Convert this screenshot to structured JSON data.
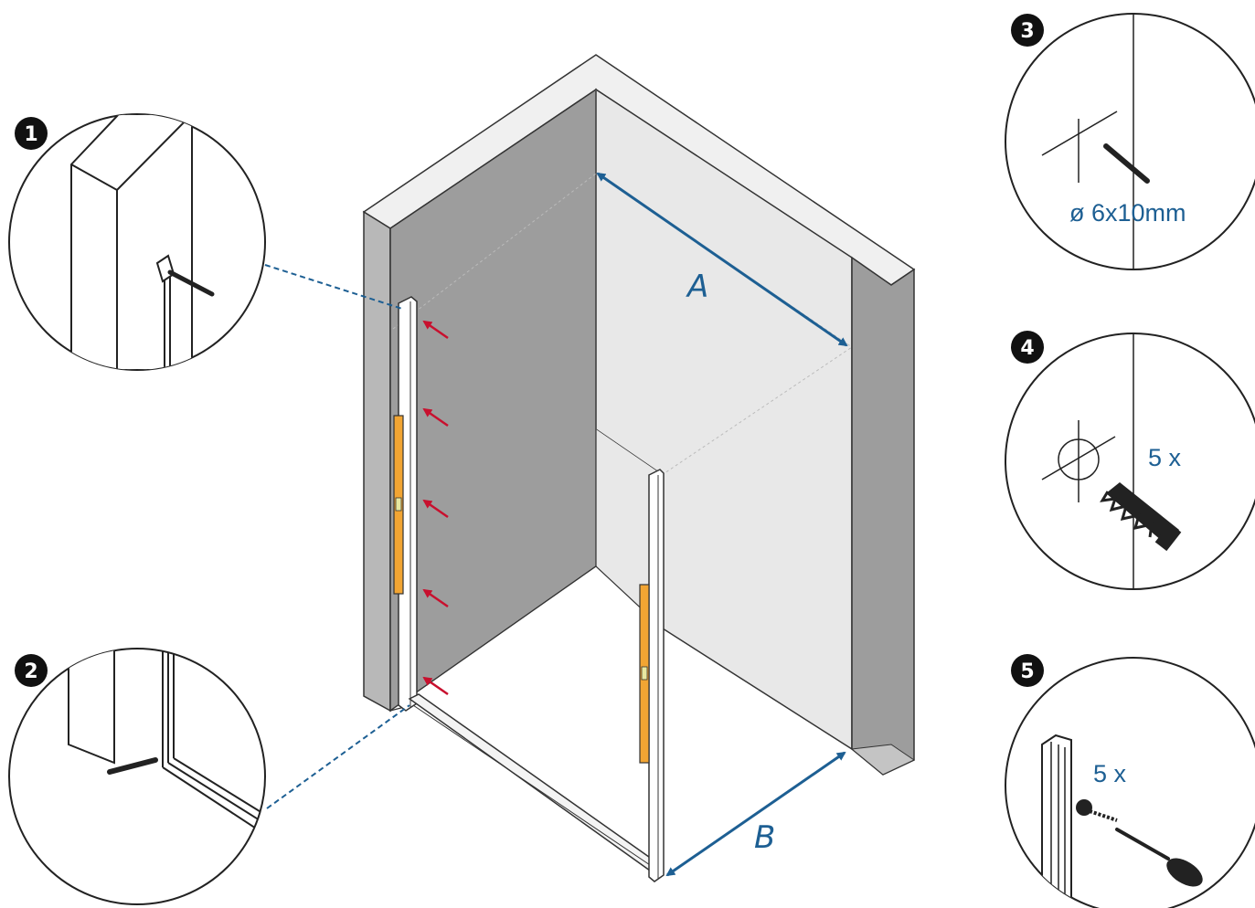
{
  "diagram": {
    "dimension_labels": {
      "a": "A",
      "b": "B"
    },
    "steps": [
      {
        "number": "1"
      },
      {
        "number": "2"
      },
      {
        "number": "3",
        "note": "ø 6x10mm"
      },
      {
        "number": "4",
        "note": "5 x"
      },
      {
        "number": "5",
        "note": "5 x"
      }
    ],
    "colors": {
      "dimension_blue": "#1d5f93",
      "arrow_red": "#c8102e",
      "level_orange": "#f2a533",
      "wall_dark": "#9d9d9d",
      "wall_light": "#e8e8e8"
    },
    "icons": [
      "drill-bit-icon",
      "wall-plug-icon",
      "screwdriver-icon",
      "screw-icon",
      "spirit-level-icon"
    ]
  }
}
